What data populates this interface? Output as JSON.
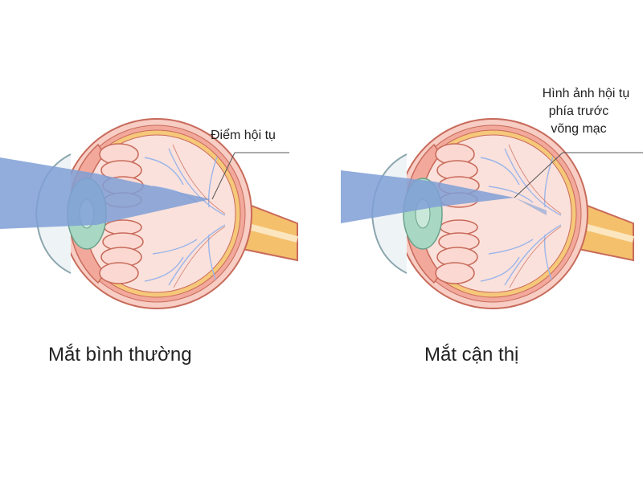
{
  "normal_eye": {
    "caption": "Mắt bình thường",
    "focus_label": "Điểm hội tụ"
  },
  "myopic_eye": {
    "caption": "Mắt cận thị",
    "focus_label_lines": [
      "Hình ảnh hội tụ",
      "phía trước",
      "võng mạc"
    ]
  },
  "colors": {
    "outline": "#c86a5a",
    "sclera": "#f7cdc4",
    "eye_interior": "#fbe1dc",
    "choroid": "#f2a99c",
    "retina": "#f6c87a",
    "optic_nerve": "#f4c06c",
    "lens": "#a8d8c4",
    "light_beam": "#7f9fd6",
    "vessel": "#9cb6e8",
    "ciliary": "#fbd9d2"
  }
}
